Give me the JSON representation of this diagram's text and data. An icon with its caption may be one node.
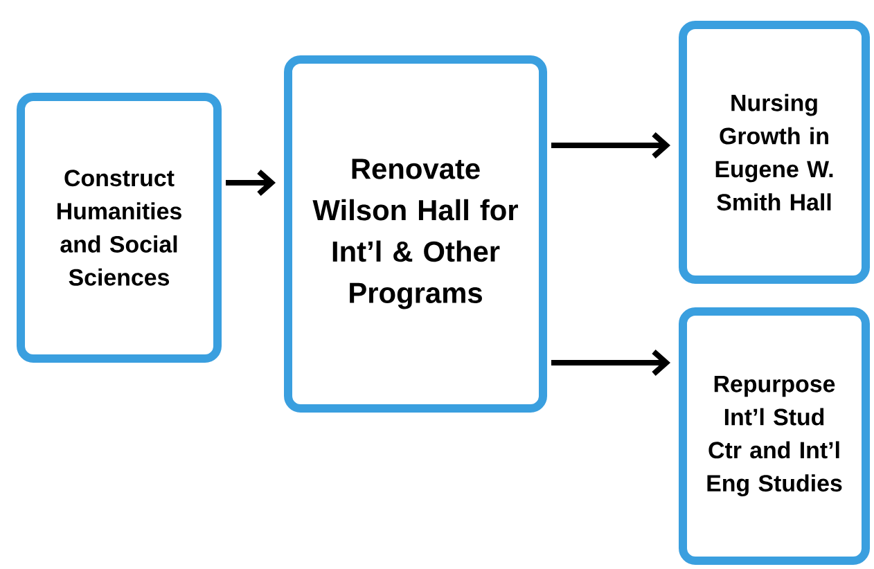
{
  "diagram": {
    "nodes": [
      {
        "text": [
          "Construct Humanities and Social Sciences"
        ]
      },
      {
        "text": [
          "Renovate Wilson Hall for Int’l & Other Programs"
        ]
      },
      {
        "text": [
          "Nursing Growth in Eugene W. Smith Hall"
        ]
      },
      {
        "text": [
          "Repurpose Int’l Stud Ctr and Int’l Eng Studies"
        ]
      }
    ],
    "edges": [
      {
        "from": 0,
        "to": 1,
        "arrow": "to"
      },
      {
        "from": 1,
        "to": 2,
        "arrow": "to"
      },
      {
        "from": 1,
        "to": 3,
        "arrow": "to"
      }
    ]
  }
}
